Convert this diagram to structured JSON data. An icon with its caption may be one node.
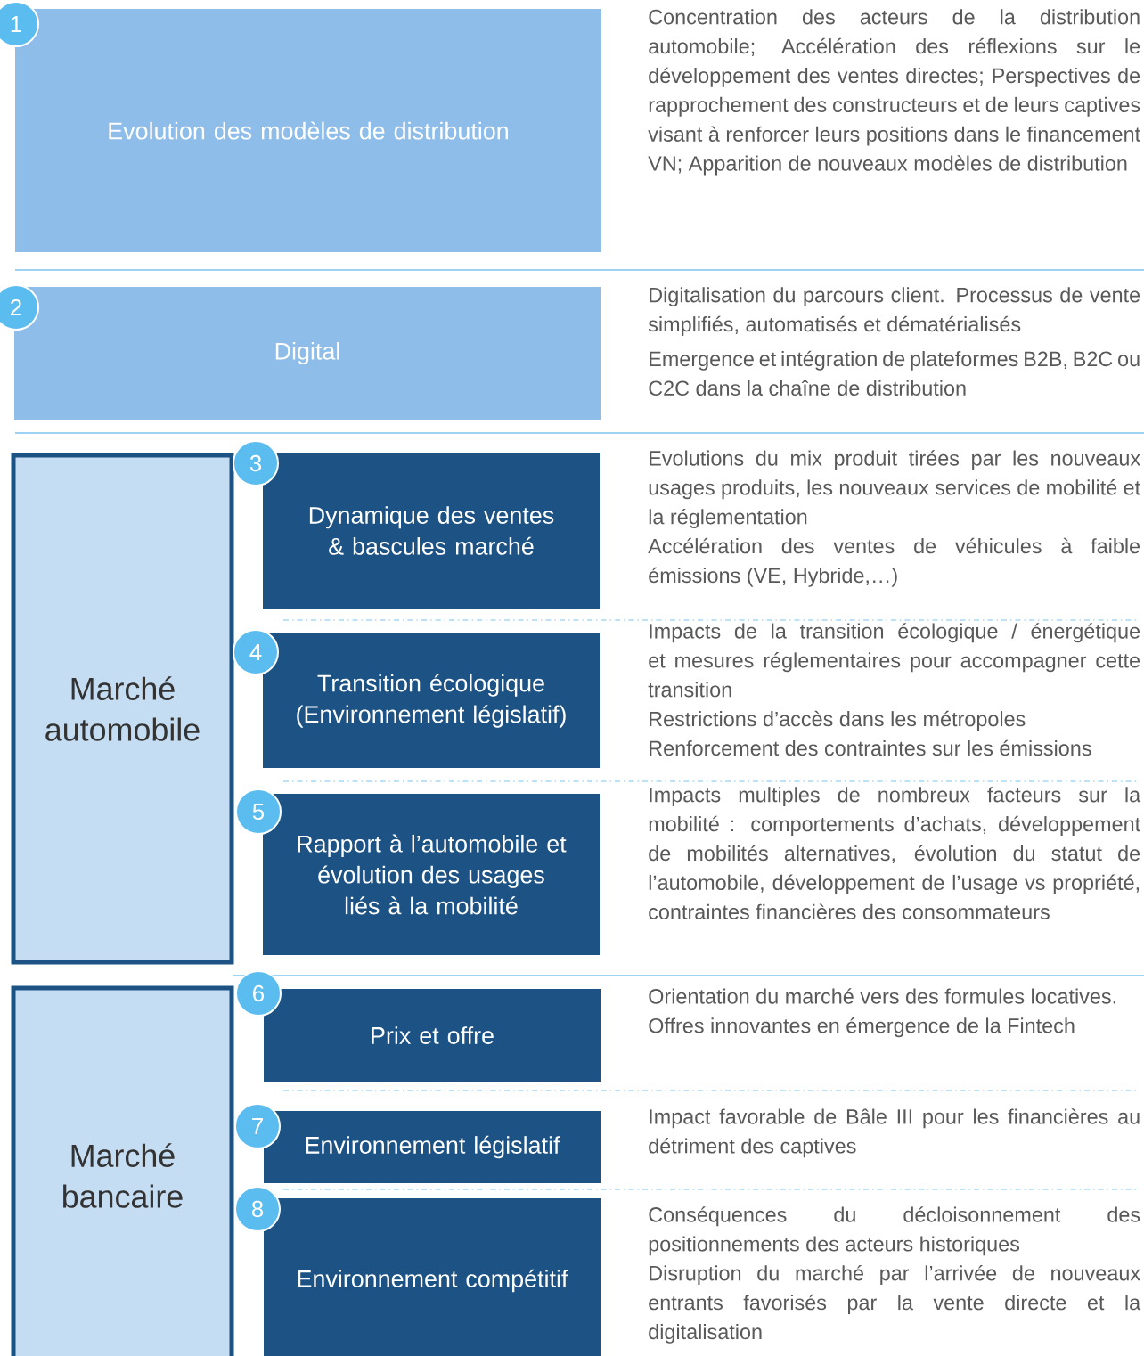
{
  "diagram": {
    "nodes": [
      {
        "text": [
          "1"
        ]
      },
      {
        "text": [
          "Evolution des modèles de distribution"
        ],
        "beside": [
          "Concentration des acteurs de la distribution automobile; Accélération des réflexions sur le développement des ventes directes; Perspectives de rapprochement des constructeurs et de leurs captives visant à renforcer leurs positions dans le financement VN; Apparition de nouveaux modèles de distribution"
        ]
      },
      {
        "text": [
          "2"
        ]
      },
      {
        "text": [
          "Digital"
        ],
        "beside": [
          "Digitalisation du parcours client. Processus de vente simplifiés, automatisés et dématérialisés",
          "Emergence et intégration de plateformes B2B, B2C ou C2C dans la chaîne de distribution"
        ]
      },
      {
        "text": [
          "Marché automobile"
        ]
      },
      {
        "text": [
          "3"
        ]
      },
      {
        "text": [
          "Dynamique des ventes & bascules marché"
        ],
        "beside": [
          "Evolutions du mix produit tirées par les nouveaux usages produits, les nouveaux services de mobilité et la réglementation",
          "Accélération des ventes de véhicules à faible émissions (VE, Hybride,…)"
        ]
      },
      {
        "text": [
          "4"
        ]
      },
      {
        "text": [
          "Transition écologique (Environnement législatif)"
        ],
        "beside": [
          "Impacts de la transition écologique / énergétique et mesures réglementaires pour accompagner cette transition",
          "Restrictions d’accès dans les métropoles",
          "Renforcement des contraintes sur les émissions"
        ]
      },
      {
        "text": [
          "5"
        ]
      },
      {
        "text": [
          "Rapport à l’automobile et évolution des usages liés à la mobilité"
        ],
        "beside": [
          "Impacts multiples de nombreux facteurs sur la mobilité : comportements d’achats, développement de mobilités alternatives, évolution du statut de l’automobile, développement de l’usage vs propriété, contraintes financières des consommateurs"
        ]
      },
      {
        "text": [
          "Marché bancaire"
        ]
      },
      {
        "text": [
          "6"
        ]
      },
      {
        "text": [
          "Prix et offre"
        ],
        "beside": [
          "Orientation du marché vers des formules locatives.",
          "Offres innovantes en émergence de la Fintech"
        ]
      },
      {
        "text": [
          "7"
        ]
      },
      {
        "text": [
          "Environnement législatif"
        ],
        "beside": [
          "Impact favorable de Bâle III pour les financières au détriment des captives"
        ]
      },
      {
        "text": [
          "8"
        ]
      },
      {
        "text": [
          "Environnement compétitif"
        ],
        "beside": [
          "Conséquences du décloisonnement des positionnements des acteurs historiques",
          "Disruption du marché par l’arrivée de nouveaux entrants favorisés par la vente directe et la digitalisation"
        ]
      }
    ]
  }
}
